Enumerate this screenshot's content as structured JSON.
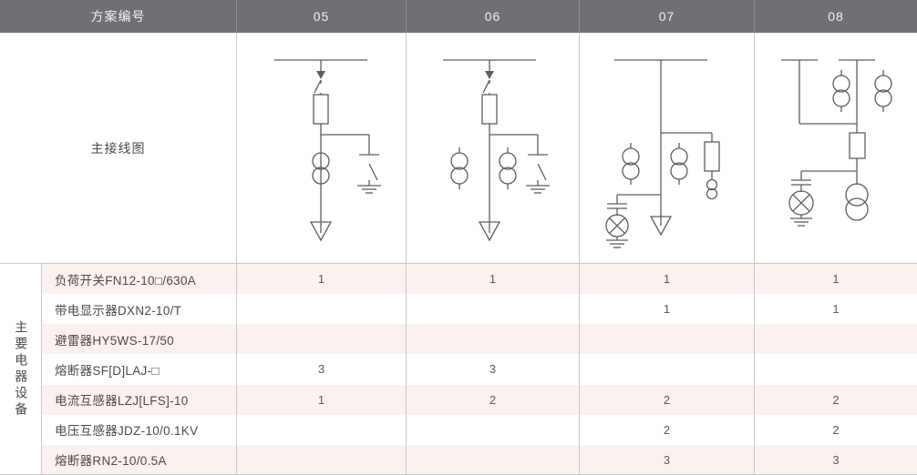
{
  "header": {
    "scheme_label": "方案编号",
    "columns": [
      "05",
      "06",
      "07",
      "08"
    ],
    "bg_color": "#6e7073",
    "text_color": "#f2f2f2"
  },
  "diagram_row": {
    "label": "主接线图"
  },
  "equipment_section": {
    "vertical_label": "主要电器设备",
    "stripe_color": "#fbf1ef",
    "rows": [
      {
        "name": "负荷开关FN12-10□/630A",
        "values": [
          "1",
          "1",
          "1",
          "1"
        ]
      },
      {
        "name": "带电显示器DXN2-10/T",
        "values": [
          "",
          "",
          "1",
          "1"
        ]
      },
      {
        "name": "避雷器HY5WS-17/50",
        "values": [
          "",
          "",
          "",
          ""
        ]
      },
      {
        "name": "熔断器SF[D]LAJ-□",
        "values": [
          "3",
          "3",
          "",
          ""
        ]
      },
      {
        "name": "电流互感器LZJ[LFS]-10",
        "values": [
          "1",
          "2",
          "2",
          "2"
        ]
      },
      {
        "name": "电压互感器JDZ-10/0.1KV",
        "values": [
          "",
          "",
          "2",
          "2"
        ]
      },
      {
        "name": "熔断器RN2-10/0.5A",
        "values": [
          "",
          "",
          "3",
          "3"
        ]
      }
    ]
  },
  "schematics": {
    "line_color": "#5a5f63",
    "col05": {
      "name": "scheme-05-diagram",
      "components": [
        "busbar",
        "load-switch",
        "fuse",
        "earthing-switch",
        "current-transformer",
        "cable-outlet"
      ]
    },
    "col06": {
      "name": "scheme-06-diagram",
      "components": [
        "busbar",
        "load-switch",
        "fuse",
        "earthing-switch",
        "current-transformer-x2",
        "cable-outlet"
      ]
    },
    "col07": {
      "name": "scheme-07-diagram",
      "components": [
        "busbar",
        "fuse-branch",
        "current-transformer-x2",
        "voltage-transformer",
        "capacitor",
        "earth",
        "cable-outlet"
      ]
    },
    "col08": {
      "name": "scheme-08-diagram",
      "components": [
        "busbar-loop",
        "current-transformer-x2",
        "fuse",
        "voltage-transformer",
        "capacitor",
        "earth"
      ]
    }
  }
}
